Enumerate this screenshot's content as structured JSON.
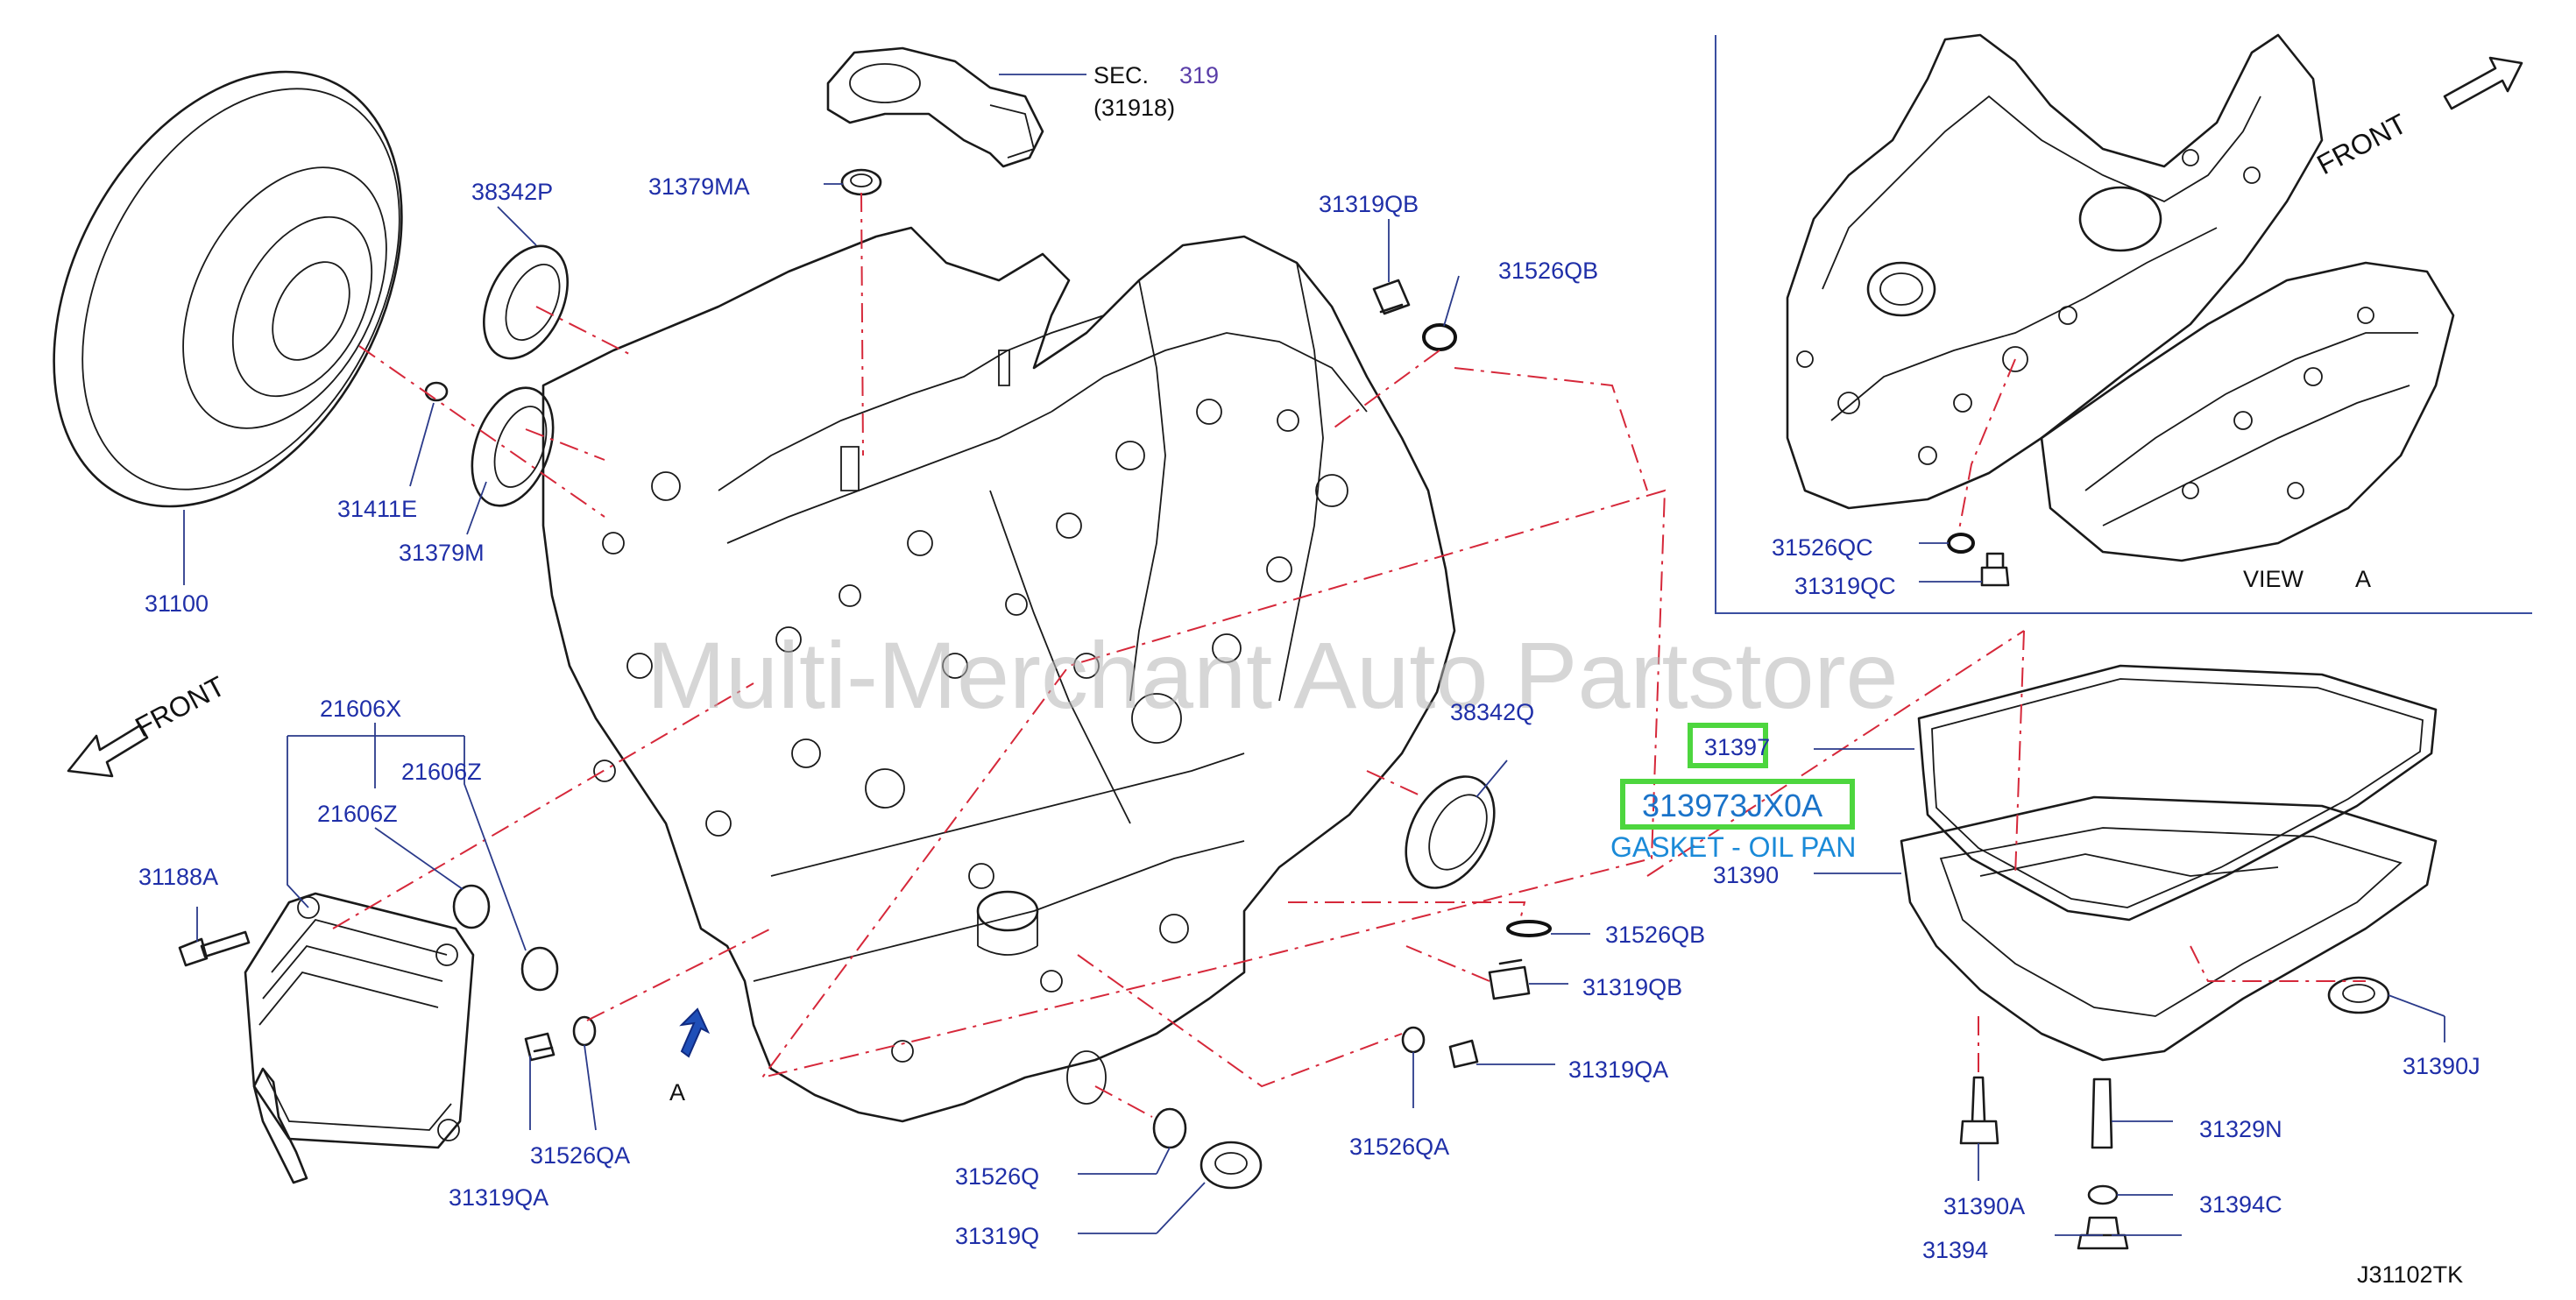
{
  "watermark": "Multi-Merchant Auto Partstore",
  "diagram_code": "J31102TK",
  "view_label": "VIEW",
  "view_letter": "A",
  "front_label": "FRONT",
  "arrow_label": "A",
  "section_ref": {
    "prefix": "SEC.",
    "number": "319",
    "sub": "(31918)"
  },
  "highlight": {
    "part_number": "31397",
    "selected_part": "313973JX0A",
    "description": "GASKET - OIL PAN"
  },
  "colors": {
    "label": "#1f2fa8",
    "highlight_box": "#4dd63e",
    "selected_text": "#1a73c9",
    "dash_line": "#d6283a",
    "watermark": "#b4b4b4"
  },
  "labels": {
    "p31100": "31100",
    "p38342P": "38342P",
    "p31411E": "31411E",
    "p31379M": "31379M",
    "p31379MA": "31379MA",
    "p31319QB_top": "31319QB",
    "p31526QB_top": "31526QB",
    "p21606X": "21606X",
    "p21606Z_a": "21606Z",
    "p21606Z_b": "21606Z",
    "p31188A": "31188A",
    "p31526QA_left": "31526QA",
    "p31319QA_left": "31319QA",
    "p38342Q": "38342Q",
    "p31526QB_mid": "31526QB",
    "p31319QB_mid": "31319QB",
    "p31319QA_right": "31319QA",
    "p31526QA_right": "31526QA",
    "p31526Q": "31526Q",
    "p31319Q": "31319Q",
    "p31390": "31390",
    "p31390J": "31390J",
    "p31390A": "31390A",
    "p31329N": "31329N",
    "p31394C": "31394C",
    "p31394": "31394",
    "p31526QC": "31526QC",
    "p31319QC": "31319QC"
  }
}
